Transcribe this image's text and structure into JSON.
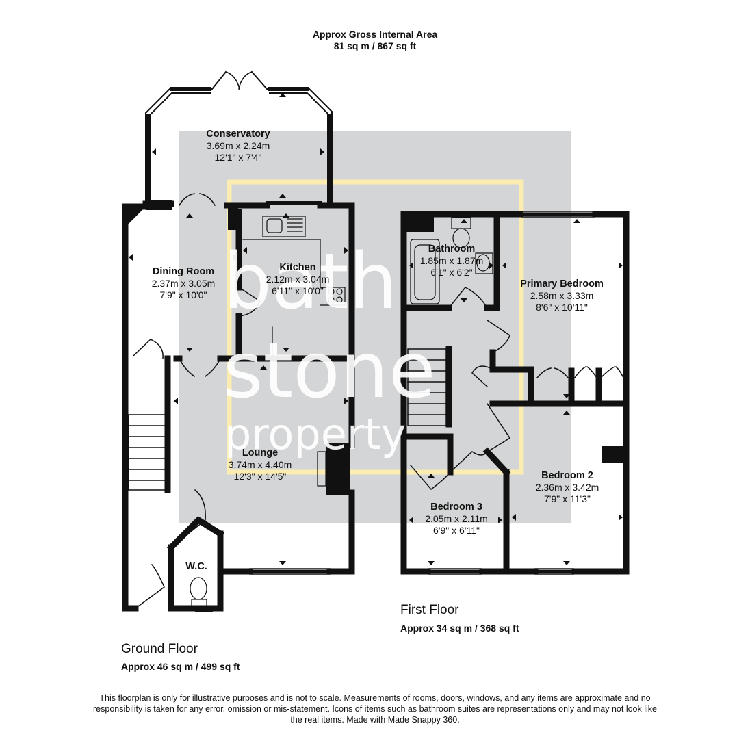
{
  "header": {
    "title": "Approx Gross Internal Area",
    "area": "81 sq m / 867 sq ft"
  },
  "watermark": {
    "line1": "bath",
    "line2": "stone",
    "line3": "property",
    "box_color": "#d4d5d6",
    "frame_color": "#fbedb1"
  },
  "rooms": {
    "conservatory": {
      "name": "Conservatory",
      "metric": "3.69m x 2.24m",
      "imperial": "12'1\" x 7'4\""
    },
    "dining": {
      "name": "Dining Room",
      "metric": "2.37m x 3.05m",
      "imperial": "7'9\" x 10'0\""
    },
    "kitchen": {
      "name": "Kitchen",
      "metric": "2.12m x 3.04m",
      "imperial": "6'11\" x 10'0\""
    },
    "lounge": {
      "name": "Lounge",
      "metric": "3.74m x 4.40m",
      "imperial": "12'3\" x 14'5\""
    },
    "wc": {
      "name": "W.C."
    },
    "bathroom": {
      "name": "Bathroom",
      "metric": "1.85m x 1.87m",
      "imperial": "6'1\" x 6'2\""
    },
    "primary": {
      "name": "Primary Bedroom",
      "metric": "2.58m x 3.33m",
      "imperial": "8'6\" x 10'11\""
    },
    "bed2": {
      "name": "Bedroom 2",
      "metric": "2.36m x 3.42m",
      "imperial": "7'9\" x 11'3\""
    },
    "bed3": {
      "name": "Bedroom 3",
      "metric": "2.05m x 2.11m",
      "imperial": "6'9\" x 6'11\""
    }
  },
  "floors": {
    "ground": {
      "title": "Ground Floor",
      "area": "Approx 46 sq m / 499 sq ft"
    },
    "first": {
      "title": "First Floor",
      "area": "Approx 34 sq m / 368 sq ft"
    }
  },
  "disclaimer": "This floorplan is only for illustrative purposes and is not to scale. Measurements of rooms, doors, windows, and any items are approximate and no responsibility is taken for any error, omission or mis-statement. Icons of items such as bathroom suites are representations only and may not look like the real items. Made with Made Snappy 360."
}
